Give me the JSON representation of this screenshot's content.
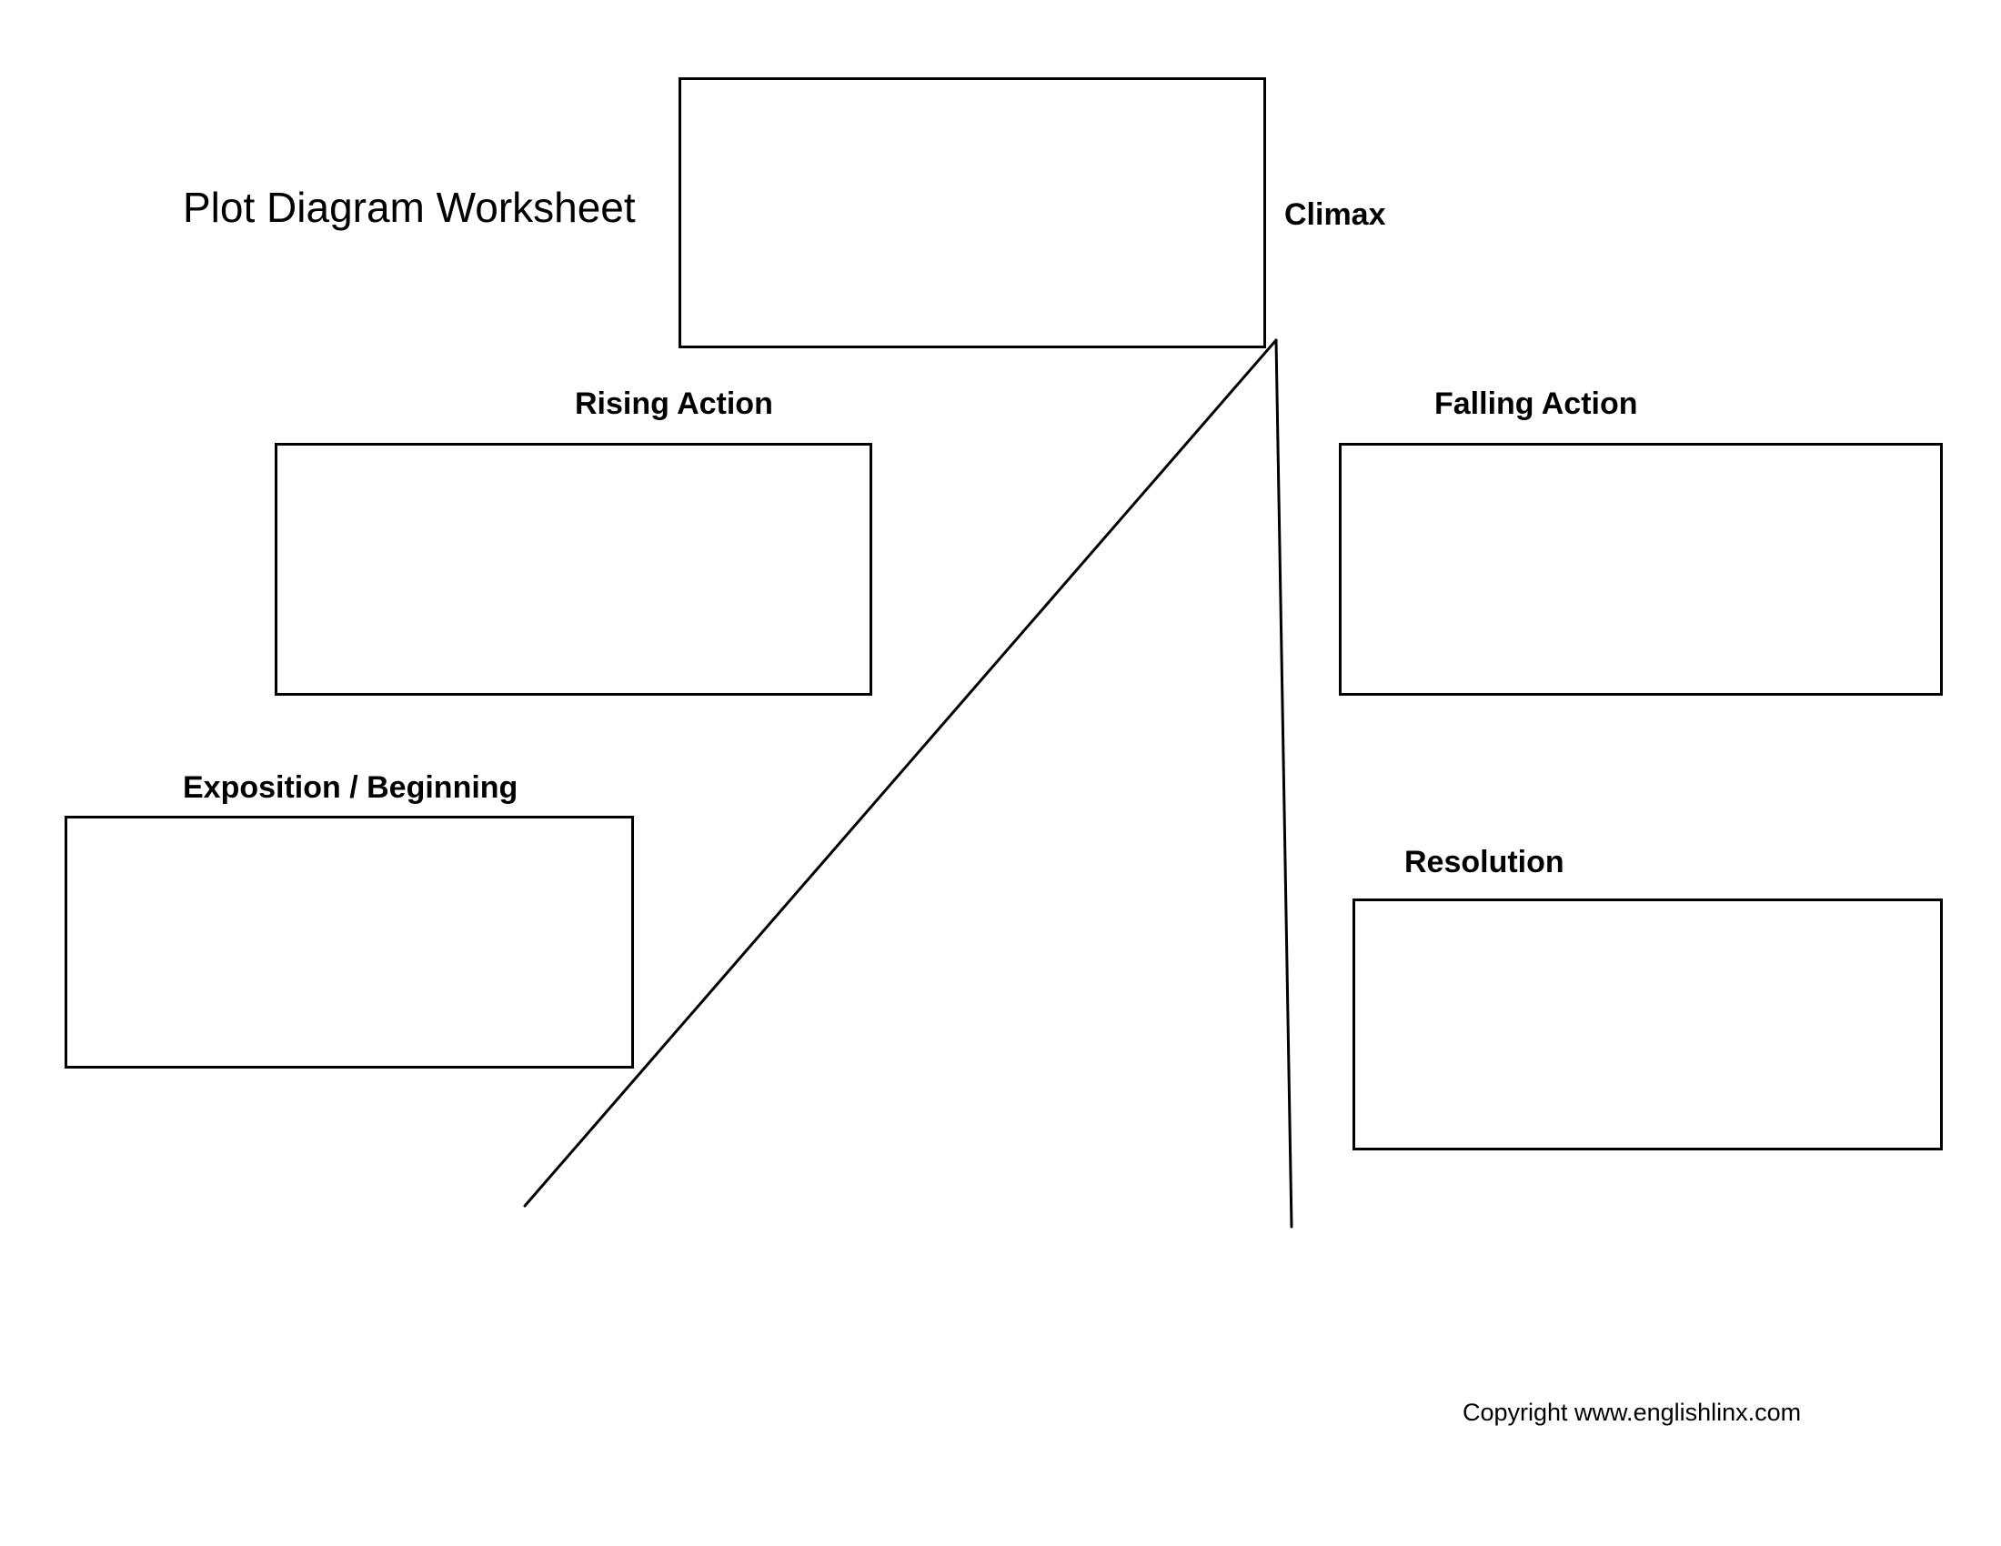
{
  "title": "Plot Diagram Worksheet",
  "sections": {
    "climax": "Climax",
    "rising_action": "Rising Action",
    "falling_action": "Falling Action",
    "exposition": "Exposition / Beginning",
    "resolution": "Resolution"
  },
  "footer": {
    "copyright": "Copyright www.englishlinx.com"
  }
}
